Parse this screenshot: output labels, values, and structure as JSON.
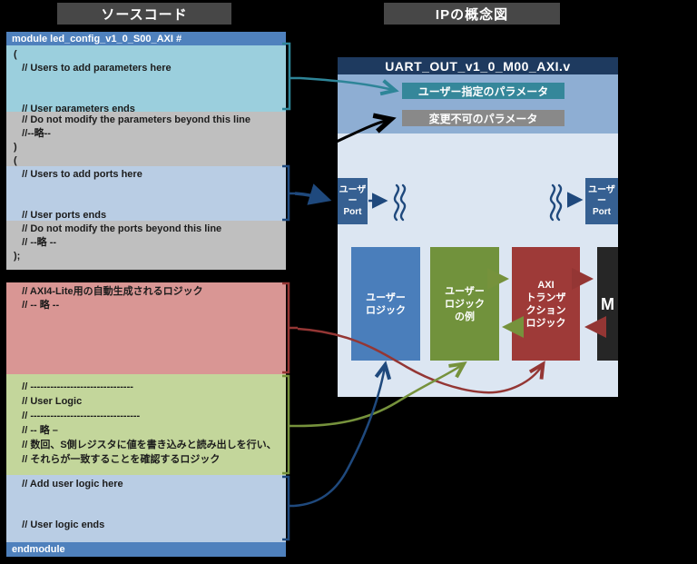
{
  "headers": {
    "left": "ソースコード",
    "right": "IPの概念図"
  },
  "source_code": {
    "module_header": "module led_config_v1_0_S00_AXI #",
    "blocks": [
      {
        "id": "user-parameters",
        "text": "(\n   // Users to add parameters here\n\n\n   // User parameters ends"
      },
      {
        "id": "fixed-parameters",
        "text": "   // Do not modify the parameters beyond this line\n   //--略--\n)\n("
      },
      {
        "id": "user-ports",
        "text": "   // Users to add ports here\n\n\n   // User ports ends"
      },
      {
        "id": "fixed-ports",
        "text": "   // Do not modify the ports beyond this line\n   // --略 --\n);"
      },
      {
        "id": "axi-generated-logic",
        "text": "   // AXI4-Lite用の自動生成されるロジック\n   // -- 略 --"
      },
      {
        "id": "user-logic-example",
        "text": "   // -------------------------------\n   // User Logic\n   // ---------------------------------\n   // -- 略 –\n   // 数回、S側レジスタに値を書き込みと読み出しを行い、\n   // それらが一致することを確認するロジック"
      },
      {
        "id": "user-logic",
        "text": "   // Add user logic here\n\n\n   // User logic ends"
      }
    ],
    "module_footer": "endmodule"
  },
  "diagram": {
    "title": "UART_OUT_v1_0_M00_AXI.v",
    "param_labels": [
      {
        "label": "ユーザー指定のパラメータ"
      },
      {
        "label": "変更不可のパラメータ"
      }
    ],
    "ports": [
      {
        "label": "ユーザー\nPort"
      },
      {
        "label": "ユーザー\nPort"
      }
    ],
    "logic_blocks": [
      {
        "label": "ユーザー\nロジック"
      },
      {
        "label": "ユーザー\nロジック\nの例"
      },
      {
        "label": "AXI\nトランザ\nクション\nロジック"
      },
      {
        "label": "M"
      }
    ]
  },
  "colors": {
    "teal_accent": "#35879a",
    "navy_accent": "#1f497d",
    "dark_red_accent": "#943634",
    "green_accent": "#76923c",
    "black_accent": "#000000",
    "code_header_blue": "#4f81bd",
    "block_cyan": "#9bcfdd",
    "block_gray": "#bfbfbf",
    "block_steel": "#b9cde4",
    "block_rose": "#d99694",
    "block_green": "#c3d69b",
    "diagram_bg": "#dce6f2",
    "diagram_band": "#8eaed3",
    "diagram_title_bg": "#1e3a5f",
    "logic_blue": "#4a7ebb",
    "logic_green": "#71923c",
    "logic_red": "#9e3a38",
    "logic_black": "#262626",
    "port_blue": "#366092"
  }
}
